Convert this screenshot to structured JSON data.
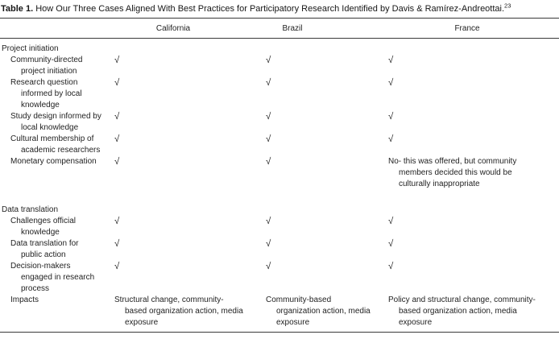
{
  "title": {
    "label": "Table 1.",
    "text": "How Our Three Cases Aligned With Best Practices for Participatory Research Identified by Davis & Ramírez-Andreottai.",
    "ref": "23"
  },
  "columns": {
    "california": "California",
    "brazil": "Brazil",
    "france": "France"
  },
  "check_symbol": "√",
  "sections": [
    {
      "header": "Project initiation",
      "rows": [
        {
          "label": "Community-directed\nproject initiation",
          "california": "√",
          "brazil": "√",
          "france": "√"
        },
        {
          "label": "Research question\ninformed by local\nknowledge",
          "california": "√",
          "brazil": "√",
          "france": "√"
        },
        {
          "label": "Study design informed by\nlocal knowledge",
          "california": "√",
          "brazil": "√",
          "france": "√"
        },
        {
          "label": "Cultural membership of\nacademic researchers",
          "california": "√",
          "brazil": "√",
          "france": "√"
        },
        {
          "label": "Monetary compensation",
          "california": "√",
          "brazil": "√",
          "france": "No- this was offered, but community\nmembers decided this would be\nculturally inappropriate"
        }
      ]
    },
    {
      "header": "Data translation",
      "rows": [
        {
          "label": "Challenges official\nknowledge",
          "california": "√",
          "brazil": "√",
          "france": "√"
        },
        {
          "label": "Data translation for\npublic action",
          "california": "√",
          "brazil": "√",
          "france": "√"
        },
        {
          "label": "Decision-makers\nengaged in research\nprocess",
          "california": "√",
          "brazil": "√",
          "france": "√"
        },
        {
          "label": "Impacts",
          "california": "Structural change, community-\nbased organization action, media\nexposure",
          "brazil": "Community-based\norganization action, media\nexposure",
          "france": "Policy and structural change, community-\nbased organization action, media\nexposure"
        }
      ]
    }
  ]
}
